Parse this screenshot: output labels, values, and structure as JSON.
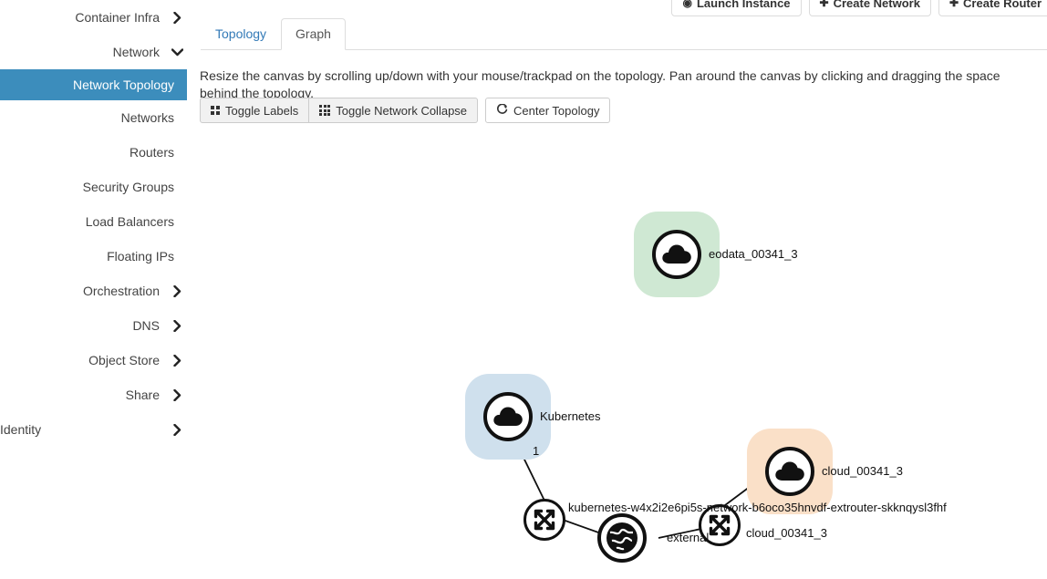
{
  "sidebar": {
    "items": [
      {
        "label": "Container Infra",
        "icon": "chevron-right-icon",
        "level": "root",
        "state": "collapsed"
      },
      {
        "label": "Network",
        "icon": "chevron-down-icon",
        "level": "root",
        "state": "expanded"
      },
      {
        "label": "Network Topology",
        "icon": "",
        "level": "sub",
        "state": "active"
      },
      {
        "label": "Networks",
        "icon": "",
        "level": "sub",
        "state": ""
      },
      {
        "label": "Routers",
        "icon": "",
        "level": "sub",
        "state": ""
      },
      {
        "label": "Security Groups",
        "icon": "",
        "level": "sub",
        "state": ""
      },
      {
        "label": "Load Balancers",
        "icon": "",
        "level": "sub",
        "state": ""
      },
      {
        "label": "Floating IPs",
        "icon": "",
        "level": "sub",
        "state": ""
      },
      {
        "label": "Orchestration",
        "icon": "chevron-right-icon",
        "level": "root",
        "state": "collapsed"
      },
      {
        "label": "DNS",
        "icon": "chevron-right-icon",
        "level": "root",
        "state": "collapsed"
      },
      {
        "label": "Object Store",
        "icon": "chevron-right-icon",
        "level": "root",
        "state": "collapsed"
      },
      {
        "label": "Share",
        "icon": "chevron-right-icon",
        "level": "root",
        "state": "collapsed"
      },
      {
        "label": "Identity",
        "icon": "chevron-right-icon",
        "level": "root-top",
        "state": "collapsed"
      }
    ]
  },
  "top_actions": [
    {
      "label": "Launch Instance",
      "icon": "camera-icon"
    },
    {
      "label": "Create Network",
      "icon": "plus-icon"
    },
    {
      "label": "Create Router",
      "icon": "plus-icon"
    }
  ],
  "tabs": [
    {
      "label": "Topology",
      "active": false
    },
    {
      "label": "Graph",
      "active": true
    }
  ],
  "help_text": "Resize the canvas by scrolling up/down with your mouse/trackpad on the topology. Pan around the canvas by clicking and dragging the space behind the topology.",
  "toolbar": {
    "toggle_labels": "Toggle Labels",
    "toggle_network_collapse": "Toggle Network Collapse",
    "center_topology": "Center Topology"
  },
  "topology": {
    "nodes": [
      {
        "id": "eodata",
        "label": "eodata_00341_3",
        "type": "network-cloud",
        "color": "#cfe8d3"
      },
      {
        "id": "kubernetes",
        "label": "Kubernetes",
        "type": "network-cloud",
        "color": "#cfe0ed"
      },
      {
        "id": "cloud",
        "label": "cloud_00341_3",
        "type": "network-cloud",
        "color": "#fae0c8"
      },
      {
        "id": "router-left",
        "label": "",
        "type": "router"
      },
      {
        "id": "external-net",
        "label": "external",
        "type": "external-network-globe"
      },
      {
        "id": "router-right",
        "label": "cloud_00341_3",
        "type": "router"
      }
    ],
    "edge_labels": [
      {
        "text": "1"
      },
      {
        "text": "kubernetes-w4x2i2e6pi5s-network-b6oco35hnvdf-extrouter-skknqysl3fhf"
      },
      {
        "text": "external"
      },
      {
        "text": "cloud_00341_3"
      }
    ]
  },
  "colors": {
    "accent": "#3c8dbc",
    "link": "#337ab7",
    "net_green": "#cfe8d3",
    "net_blue": "#cfe0ed",
    "net_orange": "#fae0c8"
  }
}
